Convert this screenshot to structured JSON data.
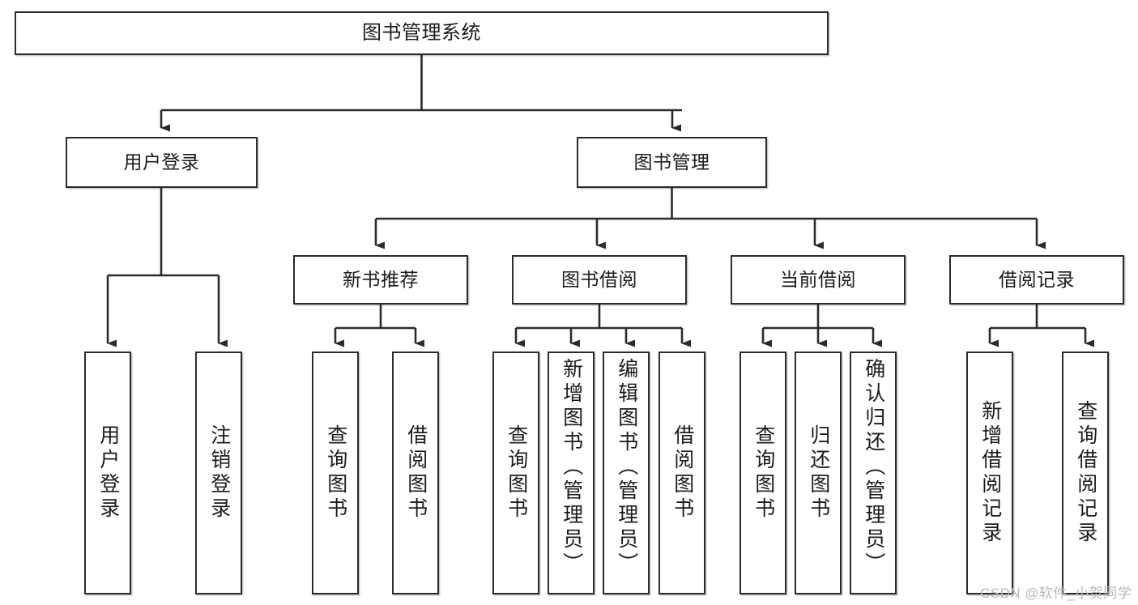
{
  "diagram": {
    "title": "图书管理系统",
    "watermark": "CSDN @软件_小贺同学",
    "colors": {
      "box_border": "#2b2b2b",
      "box_fill": "#ffffff",
      "connector": "#2b2b2b",
      "text": "#1b1b1b",
      "watermark": "#b9b9b9"
    },
    "levels": {
      "root": {
        "label": "图书管理系统"
      },
      "level2": [
        {
          "label": "用户登录"
        },
        {
          "label": "图书管理"
        }
      ],
      "level3": [
        {
          "label": "新书推荐"
        },
        {
          "label": "图书借阅"
        },
        {
          "label": "当前借阅"
        },
        {
          "label": "借阅记录"
        }
      ],
      "leaves": {
        "user_login": [
          {
            "label": "用户登录"
          },
          {
            "label": "注销登录"
          }
        ],
        "new_book": [
          {
            "label": "查询图书"
          },
          {
            "label": "借阅图书"
          }
        ],
        "book_borrow": [
          {
            "label": "查询图书"
          },
          {
            "label": "新增图书（管理员）"
          },
          {
            "label": "编辑图书（管理员）"
          },
          {
            "label": "借阅图书"
          }
        ],
        "current_borrow": [
          {
            "label": "查询图书"
          },
          {
            "label": "归还图书"
          },
          {
            "label": "确认归还（管理员）"
          }
        ],
        "borrow_record": [
          {
            "label": "新增借阅记录"
          },
          {
            "label": "查询借阅记录"
          }
        ]
      }
    }
  }
}
